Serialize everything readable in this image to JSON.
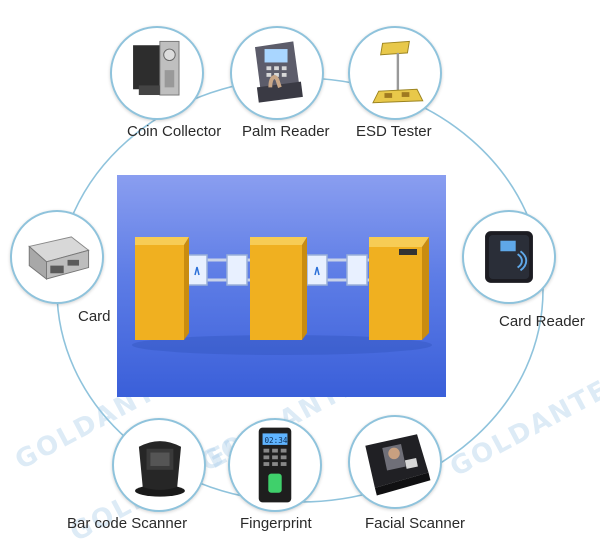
{
  "nodes": {
    "coin_collector": {
      "label": "Coin Collector",
      "icon": "coin-collector-icon"
    },
    "palm_reader": {
      "label": "Palm Reader",
      "icon": "palm-reader-icon"
    },
    "esd_tester": {
      "label": "ESD Tester",
      "icon": "esd-tester-icon"
    },
    "card_reader": {
      "label": "Card Reader",
      "icon": "card-reader-icon"
    },
    "facial_scanner": {
      "label": "Facial Scanner",
      "icon": "facial-scanner-icon"
    },
    "fingerprint": {
      "label": "Fingerprint",
      "icon": "fingerprint-icon",
      "screen_text": "02:34"
    },
    "barcode_scanner": {
      "label": "Bar code Scanner",
      "icon": "barcode-scanner-icon"
    },
    "card": {
      "label": "Card",
      "icon": "card-dispenser-icon"
    }
  },
  "center": {
    "icon": "swing-barrier-turnstile-icon"
  },
  "watermarks": [
    "GOLDANTELL",
    "GOLDANTELL",
    "GOLDANTELL",
    "GOLDANTELL"
  ],
  "colors": {
    "ring": "#8fc3dc",
    "panel_top": "#8a9ef0",
    "panel_bottom": "#3a5fd9",
    "turnstile": "#f0b020"
  }
}
